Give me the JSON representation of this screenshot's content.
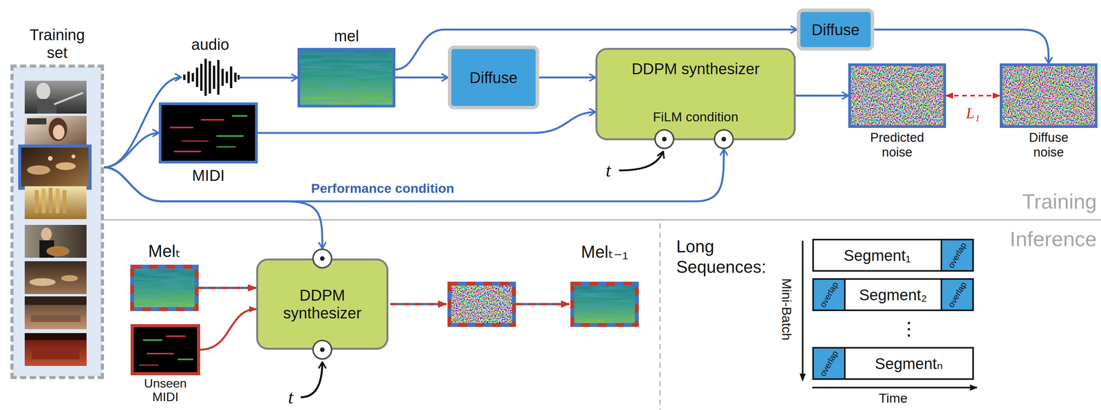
{
  "diagram": {
    "nodes": [
      {
        "text": [
          "Training set"
        ]
      },
      {
        "text": [
          "audio"
        ]
      },
      {
        "text": [
          "mel"
        ]
      },
      {
        "text": [
          "MIDI"
        ]
      },
      {
        "text": [
          "Diffuse"
        ]
      },
      {
        "text": [
          "DDPM synthesizer",
          "FiLM condition"
        ]
      },
      {
        "text": [
          "Diffuse"
        ]
      },
      {
        "text": [
          "Predicted noise"
        ]
      },
      {
        "text": [
          "Diffuse noise"
        ]
      },
      {
        "text": [
          "Melₜ"
        ]
      },
      {
        "text": [
          "Unseen MIDI"
        ]
      },
      {
        "text": [
          "DDPM synthesizer"
        ]
      },
      {
        "text": [
          "Melₜ₋₁"
        ]
      },
      {
        "text": [
          "Segment₁"
        ]
      },
      {
        "text": [
          "overlap"
        ],
        "in": 13
      },
      {
        "text": [
          "Segment₂"
        ]
      },
      {
        "text": [
          "overlap"
        ],
        "in": 15
      },
      {
        "text": [
          "overlap"
        ],
        "in": 15
      },
      {
        "text": [
          "Segmentₙ"
        ]
      },
      {
        "text": [
          "overlap"
        ],
        "in": 18
      }
    ],
    "edges": [
      {
        "from": 0,
        "to": 1,
        "arrow": "to"
      },
      {
        "from": 0,
        "to": 3,
        "arrow": "to"
      },
      {
        "from": 1,
        "to": 2,
        "arrow": "to"
      },
      {
        "from": 2,
        "to": 4,
        "arrow": "to"
      },
      {
        "from": 2,
        "to": 6,
        "arrow": "to"
      },
      {
        "from": 4,
        "to": 5,
        "arrow": "to"
      },
      {
        "from": 3,
        "to": 5,
        "arrow": "to"
      },
      {
        "from": 6,
        "to": 8,
        "arrow": "to"
      },
      {
        "from": 5,
        "to": 7,
        "arrow": "to"
      },
      {
        "from": 7,
        "to": 8,
        "label": "L₁",
        "arrow": "both"
      },
      {
        "from": 0,
        "to": 5,
        "label": "Performance condition",
        "arrow": "to"
      },
      {
        "from": 0,
        "to": 11,
        "arrow": "to"
      },
      {
        "from": 9,
        "to": 11,
        "arrow": "to"
      },
      {
        "from": 10,
        "to": 11,
        "arrow": "to"
      }
    ],
    "labels": [
      "t",
      "t",
      "Training",
      "Inference",
      "Long Sequences:",
      "Mini-Batch",
      "⋮",
      "Time"
    ]
  }
}
